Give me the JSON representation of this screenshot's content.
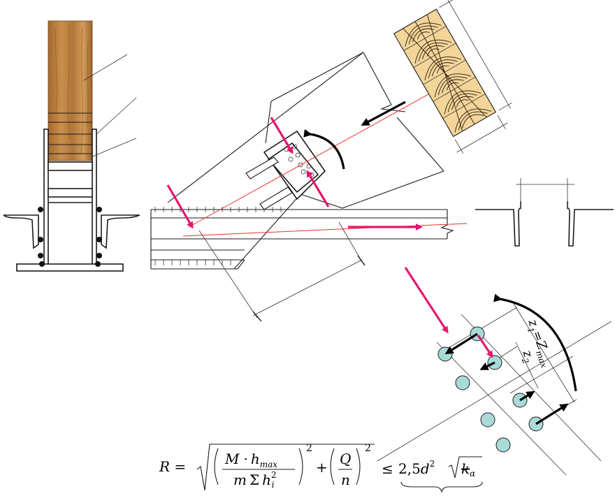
{
  "colors": {
    "force_arrow": "#e6176e",
    "axis_line": "#e83030",
    "bolt_fill": "#a9dad8",
    "wood_light": "#f3d59a",
    "wood_dark": "#b57a3c"
  },
  "labels": {
    "z1": "z",
    "z1_sub": "1",
    "z1_eq": "=Z",
    "z1_max": "max",
    "z2": "z",
    "z2_sub": "2"
  },
  "formula": {
    "lhs": "R =",
    "M": "M",
    "dot": "·",
    "h": "h",
    "h_sub": "max",
    "den_m": "m",
    "den_sigma": "Σ",
    "den_h": "h",
    "den_sup": "2",
    "den_sub": "i",
    "sq1": "2",
    "plus": "+",
    "Q": "Q",
    "n": "n",
    "sq2": "2",
    "le": "≤",
    "coef": "2,5",
    "d": "d",
    "d_sup": "2",
    "k": "k",
    "k_sub": "α"
  }
}
